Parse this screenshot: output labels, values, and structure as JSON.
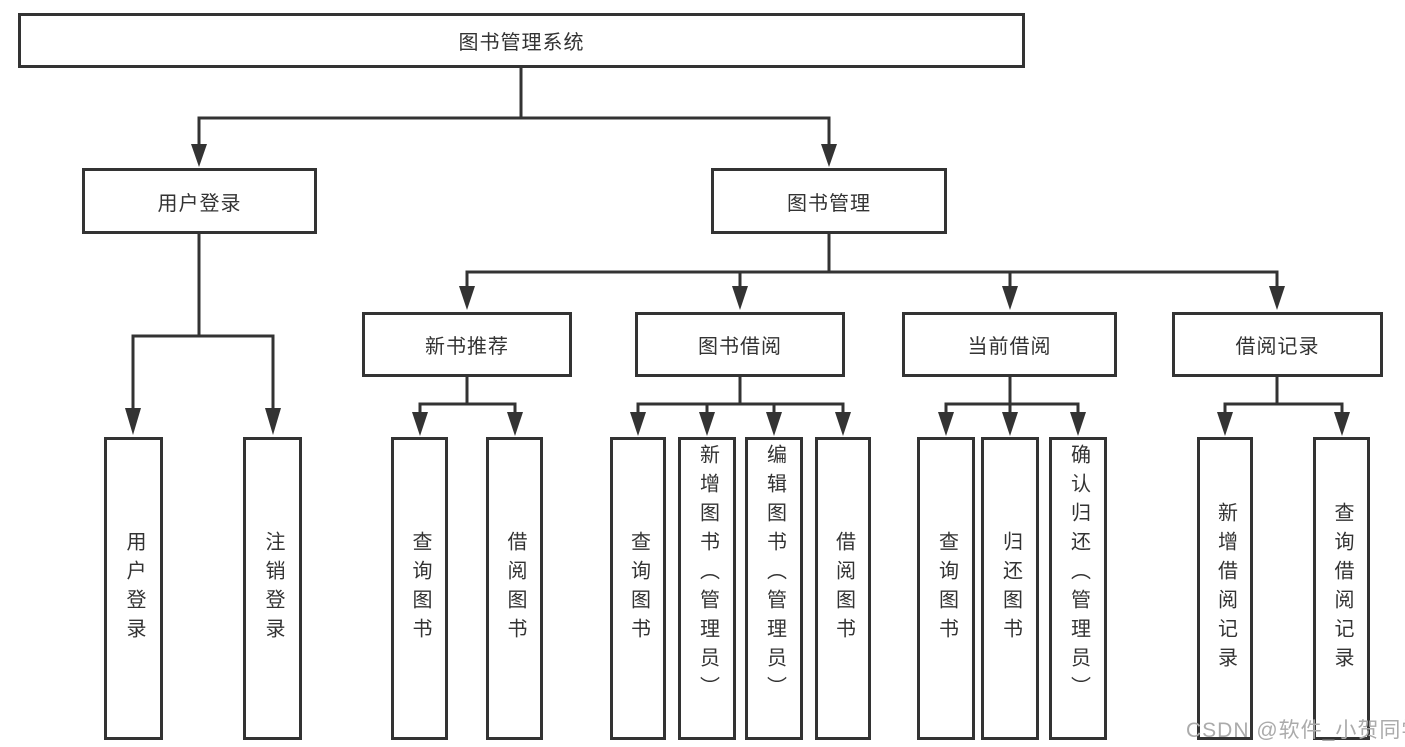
{
  "tree": {
    "root": {
      "label": "图书管理系统"
    },
    "children": [
      {
        "label": "用户登录",
        "children": [
          {
            "label": "用户登录"
          },
          {
            "label": "注销登录"
          }
        ]
      },
      {
        "label": "图书管理",
        "children": [
          {
            "label": "新书推荐",
            "children": [
              {
                "label": "查询图书"
              },
              {
                "label": "借阅图书"
              }
            ]
          },
          {
            "label": "图书借阅",
            "children": [
              {
                "label": "查询图书"
              },
              {
                "label": "新增图书（管理员）"
              },
              {
                "label": "编辑图书（管理员）"
              },
              {
                "label": "借阅图书"
              }
            ]
          },
          {
            "label": "当前借阅",
            "children": [
              {
                "label": "查询图书"
              },
              {
                "label": "归还图书"
              },
              {
                "label": "确认归还（管理员）"
              }
            ]
          },
          {
            "label": "借阅记录",
            "children": [
              {
                "label": "新增借阅记录"
              },
              {
                "label": "查询借阅记录"
              }
            ]
          }
        ]
      }
    ]
  },
  "watermark": {
    "text": "CSDN @软件_小贺同学"
  },
  "colors": {
    "line": "#333333",
    "box_border": "#333333",
    "text": "#333333",
    "watermark": "#ababab",
    "background": "#ffffff"
  }
}
